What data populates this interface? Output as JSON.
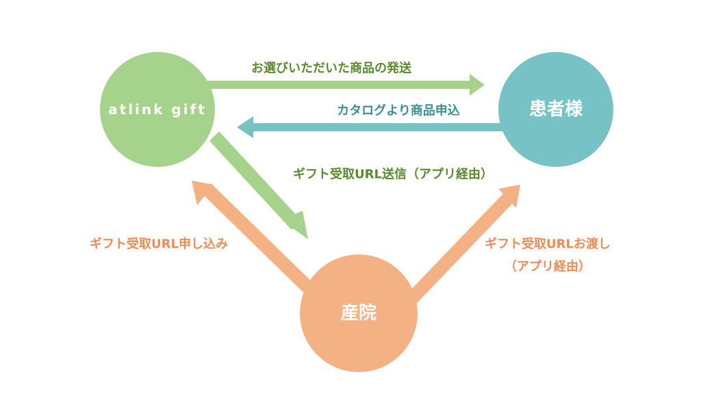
{
  "diagram": {
    "nodes": {
      "atlink": {
        "label": "atlink gift",
        "color": "#a6d38c"
      },
      "patient": {
        "label": "患者様",
        "color": "#77c2c4"
      },
      "clinic": {
        "label": "産院",
        "color": "#f4b183"
      }
    },
    "edges": {
      "ship": {
        "label": "お選びいただいた商品の発送",
        "color": "#a6d38c",
        "text_color": "#5a8a2e"
      },
      "order": {
        "label": "カタログより商品申込",
        "color": "#77c2c4",
        "text_color": "#3a8f92"
      },
      "send_url": {
        "label": "ギフト受取URL送信（アプリ経由）",
        "color": "#a6d38c",
        "text_color": "#5a8a2e"
      },
      "apply_url": {
        "label": "ギフト受取URL申し込み",
        "color": "#f4b183",
        "text_color": "#ee8a55"
      },
      "hand_url": {
        "label_line1": "ギフト受取URLお渡し",
        "label_line2": "（アプリ経由）",
        "color": "#f4b183",
        "text_color": "#ee8a55"
      }
    }
  }
}
